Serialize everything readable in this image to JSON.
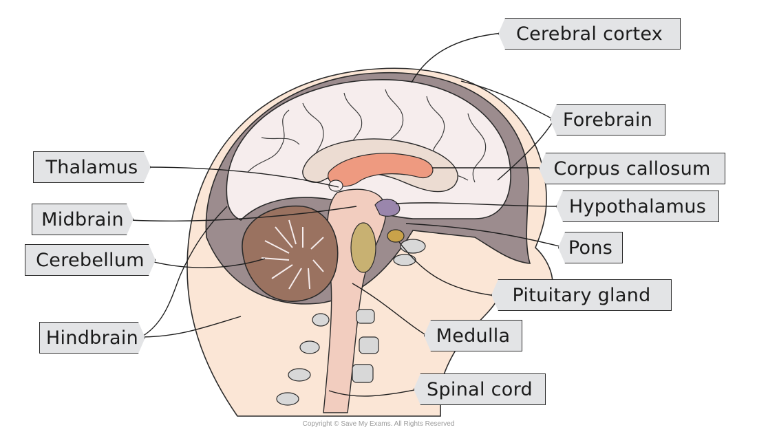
{
  "labels": {
    "cerebral_cortex": "Cerebral cortex",
    "forebrain": "Forebrain",
    "corpus_callosum": "Corpus callosum",
    "hypothalamus": "Hypothalamus",
    "pons": "Pons",
    "pituitary_gland": "Pituitary gland",
    "medulla": "Medulla",
    "spinal_cord": "Spinal cord",
    "thalamus": "Thalamus",
    "midbrain": "Midbrain",
    "cerebellum": "Cerebellum",
    "hindbrain": "Hindbrain"
  },
  "copyright": "Copyright © Save My Exams. All Rights Reserved",
  "colors": {
    "skin": "#fbe6d6",
    "skull": "#9c8c8e",
    "brain": "#f6eded",
    "corpus_callosum": "#ecdcd2",
    "ventricle": "#ee9a80",
    "hypothalamus": "#9a86ac",
    "pituitary": "#c9a24a",
    "cerebellum": "#9a7260",
    "brainstem": "#f2cdbf",
    "medulla_olive": "#c8b172",
    "tag_fill": "#e3e4e6",
    "outline": "#2a2a2a"
  }
}
